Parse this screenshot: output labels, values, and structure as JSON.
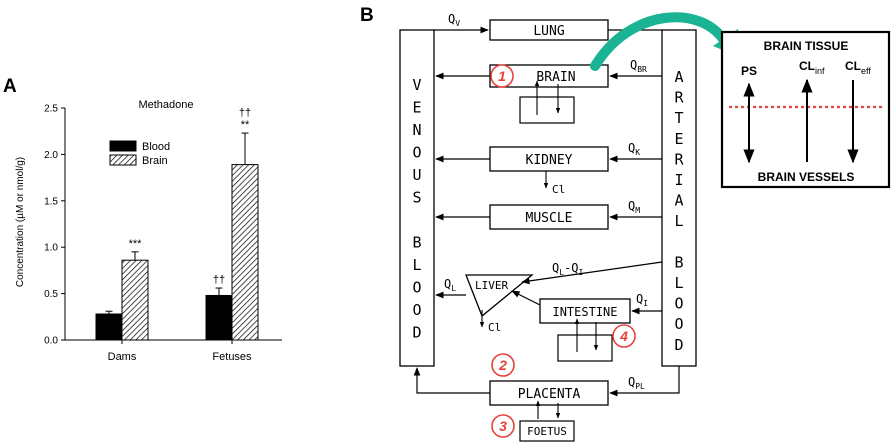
{
  "panel_a": {
    "letter": "A",
    "chart_data": {
      "type": "bar",
      "title": "Methadone",
      "ylabel": "Concentration (µM or nmol/g)",
      "xlabel": "",
      "categories": [
        "Dams",
        "Fetuses"
      ],
      "ylim": [
        0,
        2.5
      ],
      "yticks": [
        "0.0",
        "0.5",
        "1.0",
        "1.5",
        "2.0",
        "2.5"
      ],
      "legend_position": "upper-left",
      "grid": false,
      "series": [
        {
          "name": "Blood",
          "fill": "solid-black",
          "values": [
            0.28,
            0.48
          ],
          "errors": [
            0.03,
            0.08
          ]
        },
        {
          "name": "Brain",
          "fill": "hatched",
          "values": [
            0.86,
            1.89
          ],
          "errors": [
            0.09,
            0.34
          ]
        }
      ],
      "annotations": [
        {
          "category": "Dams",
          "series": "Brain",
          "lines": [
            "***"
          ]
        },
        {
          "category": "Fetuses",
          "series": "Blood",
          "lines": [
            "††"
          ]
        },
        {
          "category": "Fetuses",
          "series": "Brain",
          "lines": [
            "††",
            "**"
          ]
        }
      ]
    }
  },
  "panel_b": {
    "letter": "B",
    "venous_label": [
      "V",
      "E",
      "N",
      "O",
      "U",
      "S",
      "",
      "B",
      "L",
      "O",
      "O",
      "D"
    ],
    "arterial_label": [
      "A",
      "R",
      "T",
      "E",
      "R",
      "I",
      "A",
      "L",
      "",
      "B",
      "L",
      "O",
      "O",
      "D"
    ],
    "organs": {
      "lung": "LUNG",
      "brain": "BRAIN",
      "kidney": "KIDNEY",
      "muscle": "MUSCLE",
      "liver": "LIVER",
      "intestine": "INTESTINE",
      "placenta": "PLACENTA",
      "foetus": "FOETUS"
    },
    "flows": {
      "qv": "Q",
      "qv_sub": "V",
      "qbr": "Q",
      "qbr_sub": "BR",
      "qk": "Q",
      "qk_sub": "K",
      "qm": "Q",
      "qm_sub": "M",
      "ql": "Q",
      "ql_sub": "L",
      "qlqi": "Q",
      "qlqi_sub1": "L",
      "qlqi_mid": "-Q",
      "qlqi_sub2": "I",
      "qi": "Q",
      "qi_sub": "I",
      "qpl": "Q",
      "qpl_sub": "PL"
    },
    "clearance_kidney": "Cl",
    "clearance_liver": "Cl",
    "markers": [
      "1",
      "2",
      "3",
      "4"
    ],
    "marker_color": "#e8423c",
    "arrow_color": "#1ab394",
    "inset": {
      "top_label": "BRAIN TISSUE",
      "bottom_label": "BRAIN VESSELS",
      "ps": "PS",
      "cl_inf": "CL",
      "cl_inf_sub": "inf",
      "cl_eff": "CL",
      "cl_eff_sub": "eff",
      "divider_color": "#e8423c"
    }
  }
}
